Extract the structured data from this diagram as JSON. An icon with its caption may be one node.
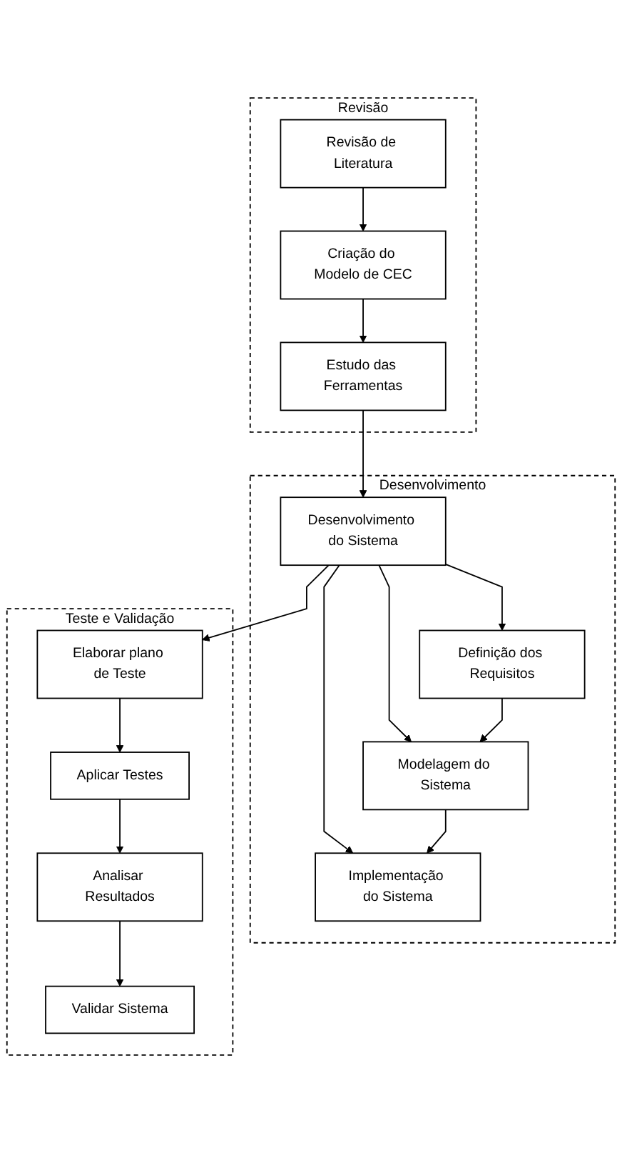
{
  "diagram": {
    "nodes": [
      {
        "text": [
          "Revisão"
        ]
      },
      {
        "text": [
          "Revisão de Literatura"
        ],
        "in": 0
      },
      {
        "text": [
          "Criação do Modelo de CEC"
        ],
        "in": 0
      },
      {
        "text": [
          "Estudo das Ferramentas"
        ],
        "in": 0
      },
      {
        "text": [
          "Desenvolvimento"
        ]
      },
      {
        "text": [
          "Definição dos Requisitos"
        ],
        "in": 4
      },
      {
        "text": [
          "Desenvolvimento do Sistema"
        ],
        "in": 4
      },
      {
        "text": [
          "Modelagem do Sistema"
        ],
        "in": 4
      },
      {
        "text": [
          "Implementação do Sistema"
        ],
        "in": 4
      },
      {
        "text": [
          "Teste e Validação"
        ]
      },
      {
        "text": [
          "Elaborar plano de Teste"
        ],
        "in": 9
      },
      {
        "text": [
          "Aplicar Testes"
        ],
        "in": 9
      },
      {
        "text": [
          "Validar Sistema"
        ],
        "in": 9
      },
      {
        "text": [
          "Analisar Resultados"
        ],
        "in": 9
      }
    ],
    "edges": [
      {
        "from": 1,
        "to": 2,
        "arrow": "to"
      },
      {
        "from": 2,
        "to": 3,
        "arrow": "to"
      },
      {
        "from": 3,
        "to": 6,
        "arrow": "to"
      },
      {
        "from": 6,
        "to": 5,
        "arrow": "to"
      },
      {
        "from": 6,
        "to": 7,
        "arrow": "to"
      },
      {
        "from": 6,
        "to": 8,
        "arrow": "to"
      },
      {
        "from": 5,
        "to": 7,
        "arrow": "to"
      },
      {
        "from": 7,
        "to": 8,
        "arrow": "to"
      },
      {
        "from": 6,
        "to": 10,
        "arrow": "to"
      },
      {
        "from": 10,
        "to": 11,
        "arrow": "to"
      },
      {
        "from": 11,
        "to": 13,
        "arrow": "to"
      },
      {
        "from": 13,
        "to": 12,
        "arrow": "to"
      }
    ]
  }
}
